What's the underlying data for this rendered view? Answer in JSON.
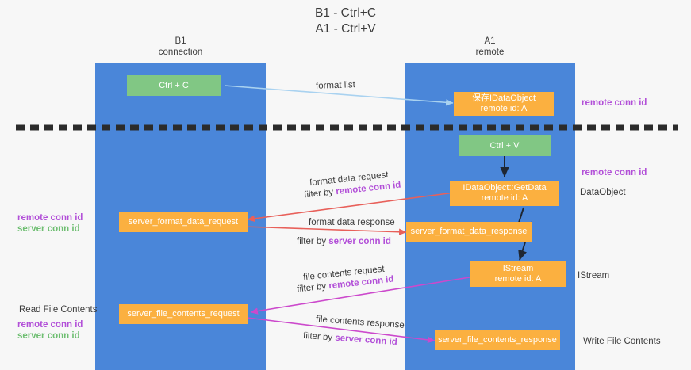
{
  "title": {
    "line1": "B1 - Ctrl+C",
    "line2": "A1 - Ctrl+V"
  },
  "lanes": [
    {
      "id": "b1",
      "name": "B1",
      "role": "connection"
    },
    {
      "id": "a1",
      "name": "A1",
      "role": "remote"
    }
  ],
  "nodes": {
    "ctrl_c": {
      "line1": "Ctrl + C",
      "line2": ""
    },
    "save_idataobject": {
      "line1": "保存IDataObject",
      "line2": "remote id: A"
    },
    "ctrl_v": {
      "line1": "Ctrl + V",
      "line2": ""
    },
    "getdata": {
      "line1": "IDataObject::GetData",
      "line2": "remote id: A"
    },
    "format_data_request": {
      "line1": "server_format_data_request",
      "line2": ""
    },
    "format_data_response": {
      "line1": "server_format_data_response",
      "line2": ""
    },
    "istream": {
      "line1": "IStream",
      "line2": "remote id: A"
    },
    "file_contents_request": {
      "line1": "server_file_contents_request",
      "line2": ""
    },
    "file_contents_response": {
      "line1": "server_file_contents_response",
      "line2": ""
    }
  },
  "edge_labels": {
    "format_list": "format list",
    "format_data_request": "format data request",
    "format_data_request_filter_prefix": "filter by ",
    "format_data_request_filter_key": "remote conn id",
    "format_data_response": "format data response",
    "format_data_response_filter_prefix": "filter by ",
    "format_data_response_filter_key": "server conn id",
    "file_contents_request": "file contents request",
    "file_contents_request_filter_prefix": "filter by ",
    "file_contents_request_filter_key": "remote conn id",
    "file_contents_response": "file contents response",
    "file_contents_response_filter_prefix": "filter by ",
    "file_contents_response_filter_key": "server conn id"
  },
  "side_labels": {
    "right_remote_conn_id_top": "remote conn id",
    "right_remote_conn_id_mid": "remote conn id",
    "right_dataobject": "DataObject",
    "right_istream": "IStream",
    "right_write_file_contents": "Write File Contents",
    "left_remote_conn_id_mid": "remote conn id",
    "left_server_conn_id_mid": "server conn id",
    "left_read_file_contents": "Read File Contents",
    "left_remote_conn_id_bottom": "remote conn id",
    "left_server_conn_id_bottom": "server conn id"
  },
  "colors": {
    "lane": "#4a86d9",
    "green_node": "#81c784",
    "orange_node": "#fbb040",
    "accent_purple": "#b24fd8",
    "accent_green": "#6ebe71",
    "arrow_lightblue": "#a9d2f0",
    "arrow_red": "#e8605a",
    "arrow_magenta": "#cc49cc",
    "arrow_dark": "#1f2733",
    "divider": "#2b2b2b",
    "background": "#f7f7f7"
  }
}
